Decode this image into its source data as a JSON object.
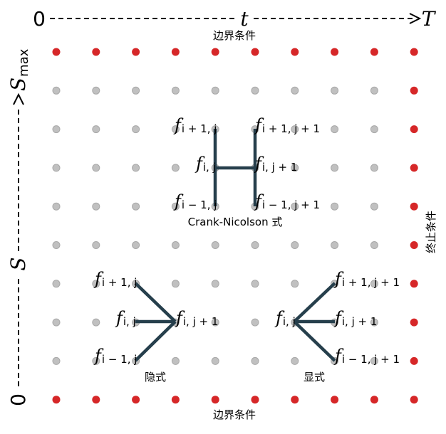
{
  "axes": {
    "t_start": "0",
    "t_mid": "t",
    "t_end": "T",
    "s_start": "0",
    "s_mid": "S",
    "s_end": "S",
    "s_end_sub": "max"
  },
  "grid": {
    "cols": 10,
    "rows": 10
  },
  "colors": {
    "boundary_dot": "#d62728",
    "interior_dot": "#c0c0c0",
    "stencil": "#263f4c",
    "arrow": "#000000"
  },
  "labels": {
    "boundary_top": "边界条件",
    "boundary_bottom": "边界条件",
    "terminal": "终止条件",
    "crank_nicolson": "Crank-Nicolson 式",
    "implicit": "隐式",
    "explicit": "显式"
  },
  "stencils": {
    "crank_nicolson": {
      "f_up_left": [
        "f",
        "i + 1, j"
      ],
      "f_mid_left": [
        "f",
        "i, j"
      ],
      "f_down_left": [
        "f",
        "i − 1, j"
      ],
      "f_up_right": [
        "f",
        "i + 1, j + 1"
      ],
      "f_mid_right": [
        "f",
        "i, j + 1"
      ],
      "f_down_right": [
        "f",
        "i − 1, j + 1"
      ]
    },
    "implicit": {
      "f_up": [
        "f",
        "i + 1, j"
      ],
      "f_mid": [
        "f",
        "i, j"
      ],
      "f_down": [
        "f",
        "i − 1, j"
      ],
      "f_target": [
        "f",
        "i, j + 1"
      ]
    },
    "explicit": {
      "f_source": [
        "f",
        "i, j"
      ],
      "f_up": [
        "f",
        "i + 1, j + 1"
      ],
      "f_mid": [
        "f",
        "i, j + 1"
      ],
      "f_down": [
        "f",
        "i − 1, j + 1"
      ]
    }
  }
}
